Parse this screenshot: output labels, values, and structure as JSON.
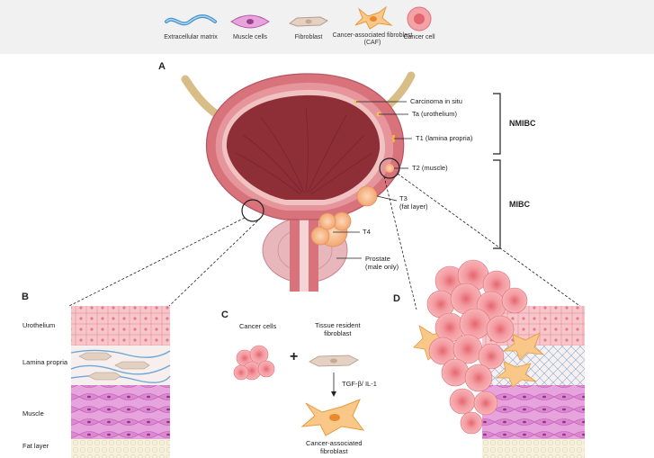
{
  "legend": {
    "items": [
      {
        "key": "ecm",
        "label": "Extracellular matrix"
      },
      {
        "key": "muscle",
        "label": "Muscle cells"
      },
      {
        "key": "fibroblast",
        "label": "Fibroblast"
      },
      {
        "key": "caf",
        "label": "Cancer-associated fibroblast (CAF)"
      },
      {
        "key": "cancer",
        "label": "Cancer cell"
      }
    ]
  },
  "panels": {
    "a": "A",
    "b": "B",
    "c": "C",
    "d": "D"
  },
  "panel_a": {
    "stages": {
      "cis": "Carcinoma in situ",
      "ta": "Ta (urothelium)",
      "t1": "T1 (lamina propria)",
      "t2": "T2 (muscle)",
      "t3": "T3\n(fat layer)",
      "t4": "T4",
      "prostate": "Prostate\n(male only)"
    },
    "groups": {
      "nmibc": "NMIBC",
      "mibc": "MIBC"
    }
  },
  "panel_b": {
    "layers": {
      "urothelium": "Urothelium",
      "lamina": "Lamina propria",
      "muscle": "Muscle",
      "fat": "Fat layer"
    }
  },
  "panel_c": {
    "cancer_cells": "Cancer cells",
    "tissue_fibroblast": "Tissue resident\nfibroblast",
    "plus": "+",
    "signal": "TGF-β/ IL-1",
    "caf": "Cancer-associated\nfibroblast"
  },
  "colors": {
    "bladder_wall": "#d8737c",
    "bladder_inner": "#8e2f38",
    "urothelium": "#f3b9c0",
    "muscle": "#e49ad8",
    "fat": "#f4efd9",
    "tumor": "#f7b98f",
    "cancer": "#f18e94",
    "caf": "#f7b96c"
  }
}
